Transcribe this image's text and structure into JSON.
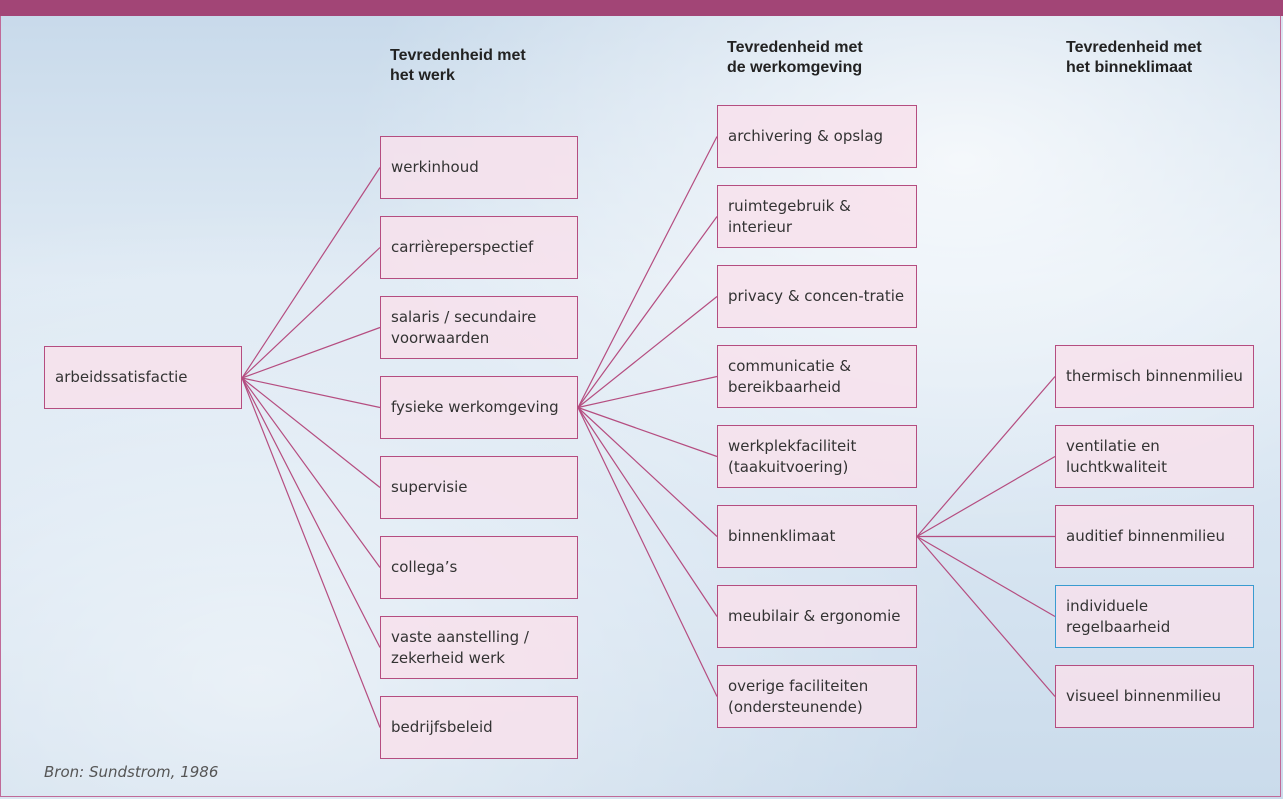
{
  "headers": {
    "col1": "Tevredenheid met\nhet werk",
    "col2": "Tevredenheid met\nde werkomgeving",
    "col3": "Tevredenheid met\nhet binneklimaat"
  },
  "root": {
    "label": "arbeidssatisfactie"
  },
  "work_items": [
    {
      "label": "werkinhoud"
    },
    {
      "label": "carrièreperspectief"
    },
    {
      "label": "salaris / secundaire voorwaarden"
    },
    {
      "label": "fysieke werkomgeving"
    },
    {
      "label": "supervisie"
    },
    {
      "label": "collega’s"
    },
    {
      "label": "vaste aanstelling / zekerheid werk"
    },
    {
      "label": "bedrijfsbeleid"
    }
  ],
  "environment_items": [
    {
      "label": "archivering & opslag"
    },
    {
      "label": "ruimtegebruik & interieur"
    },
    {
      "label": "privacy & concen-tratie"
    },
    {
      "label": "communicatie & bereikbaarheid"
    },
    {
      "label": "werkplekfaciliteit (taakuitvoering)"
    },
    {
      "label": "binnenklimaat"
    },
    {
      "label": "meubilair & ergonomie"
    },
    {
      "label": "overige faciliteiten (ondersteunende)"
    }
  ],
  "climate_items": [
    {
      "label": "thermisch binnenmilieu"
    },
    {
      "label": "ventilatie en luchtkwaliteit"
    },
    {
      "label": "auditief binnenmilieu"
    },
    {
      "label": "individuele regelbaarheid",
      "highlight": "#3a9bd0"
    },
    {
      "label": "visueel binnenmilieu"
    }
  ],
  "source": "Bron: Sundstrom, 1986",
  "colors": {
    "accent": "#a24576",
    "box_border": "#b54d80",
    "line": "#b54d80",
    "box_fill": "#f8e0ec"
  }
}
